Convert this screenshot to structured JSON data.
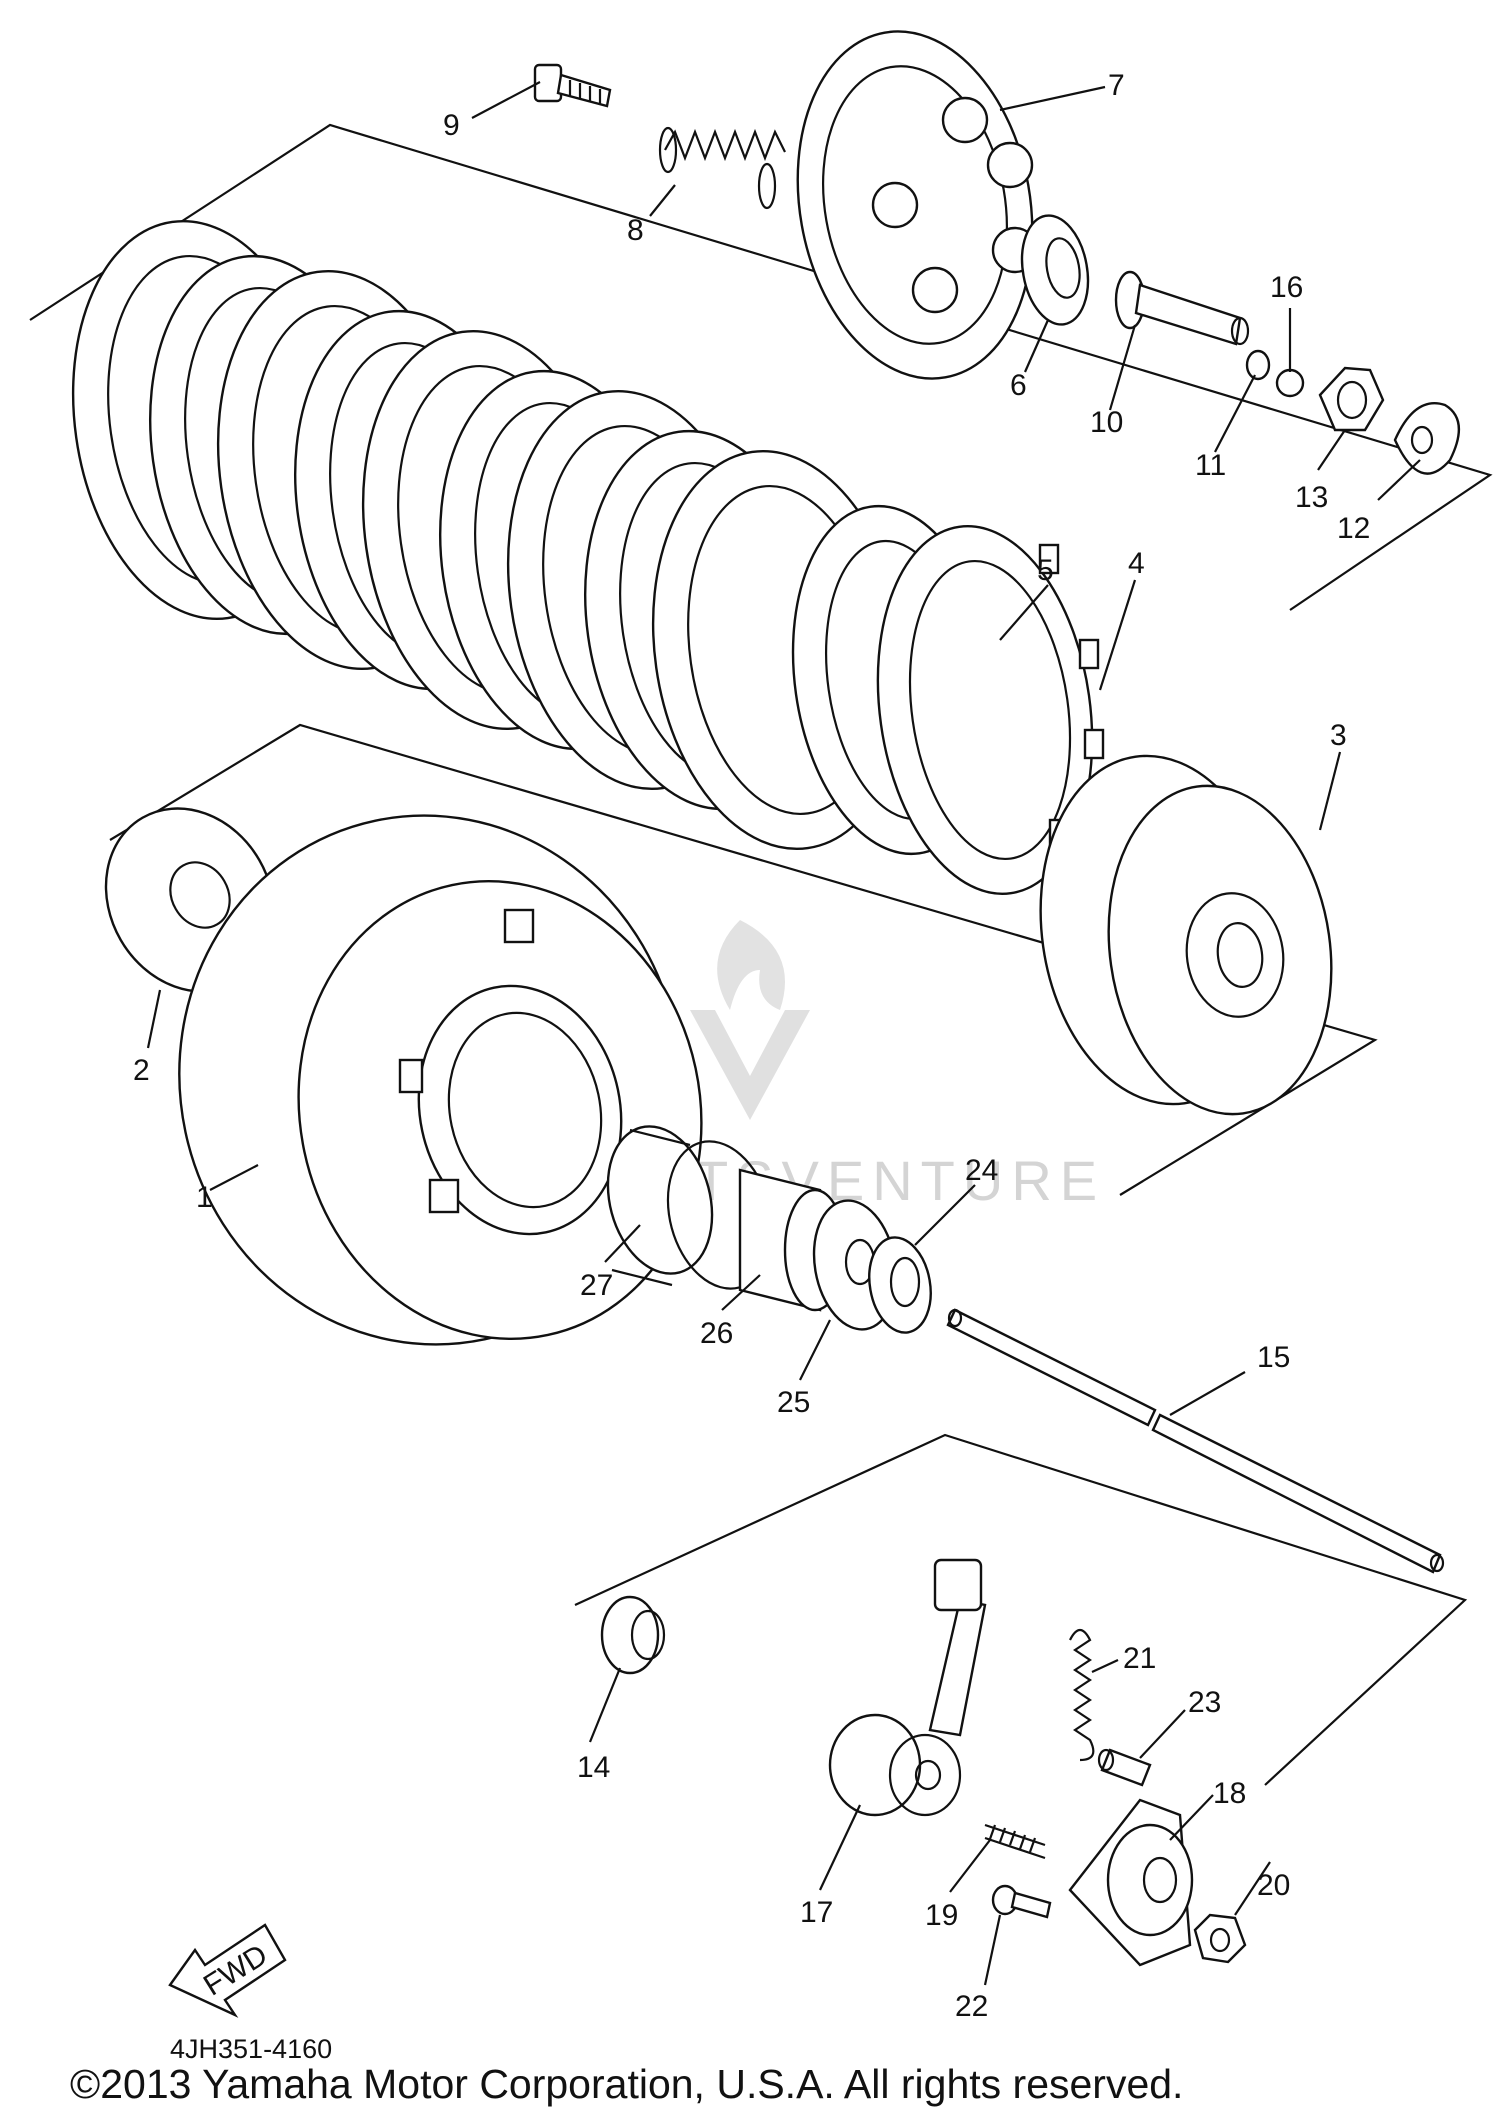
{
  "diagram": {
    "part_code": "4JH351-4160",
    "copyright": "©2013 Yamaha Motor Corporation, U.S.A. All rights reserved.",
    "fwd_label": "FWD",
    "watermark": "PARTSVENTURE",
    "callouts": {
      "p1": "1",
      "p2": "2",
      "p3": "3",
      "p4": "4",
      "p5": "5",
      "p6": "6",
      "p7": "7",
      "p8": "8",
      "p9": "9",
      "p10": "10",
      "p11": "11",
      "p12": "12",
      "p13": "13",
      "p14": "14",
      "p15": "15",
      "p16": "16",
      "p17": "17",
      "p18": "18",
      "p19": "19",
      "p20": "20",
      "p21": "21",
      "p22": "22",
      "p23": "23",
      "p24": "24",
      "p25": "25",
      "p26": "26",
      "p27": "27"
    }
  }
}
